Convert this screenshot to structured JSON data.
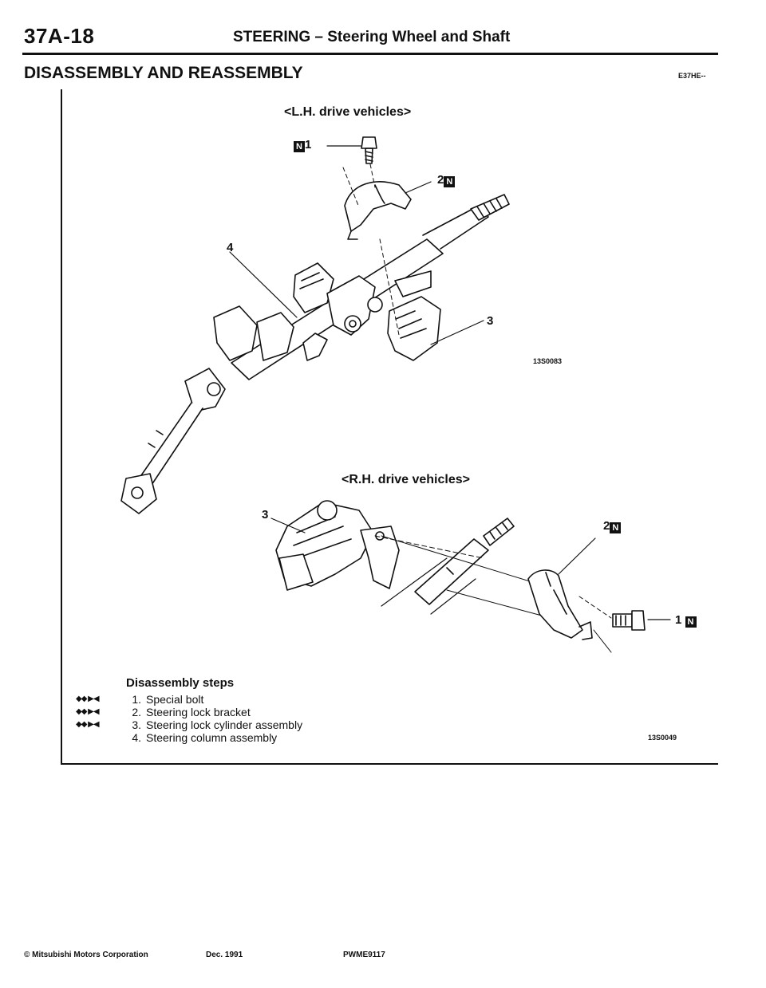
{
  "header": {
    "page_number": "37A-18",
    "section": "STEERING – Steering Wheel and Shaft"
  },
  "section_title": "DISASSEMBLY AND REASSEMBLY",
  "section_code": "E37HE--",
  "figure_lh": {
    "caption": "<L.H. drive vehicles>",
    "code": "13S0083",
    "callouts": {
      "c1": "1",
      "c2": "2",
      "c3": "3",
      "c4": "4"
    },
    "new_part_mark": "N"
  },
  "figure_rh": {
    "caption": "<R.H. drive vehicles>",
    "code": "13S0049",
    "callouts": {
      "c1": "1",
      "c2": "2",
      "c3": "3"
    },
    "new_part_mark": "N"
  },
  "disassembly": {
    "title": "Disassembly steps",
    "steps": [
      {
        "marks": "◆◆ ▶◀",
        "num": "1.",
        "text": "Special bolt"
      },
      {
        "marks": "◆◆ ▶◀",
        "num": "2.",
        "text": "Steering lock bracket"
      },
      {
        "marks": "◆◆ ▶◀",
        "num": "3.",
        "text": "Steering lock cylinder assembly"
      },
      {
        "marks": "",
        "num": "4.",
        "text": "Steering column assembly"
      }
    ]
  },
  "footer": {
    "copyright": "© Mitsubishi Motors Corporation",
    "date": "Dec. 1991",
    "doc_code": "PWME9117"
  }
}
